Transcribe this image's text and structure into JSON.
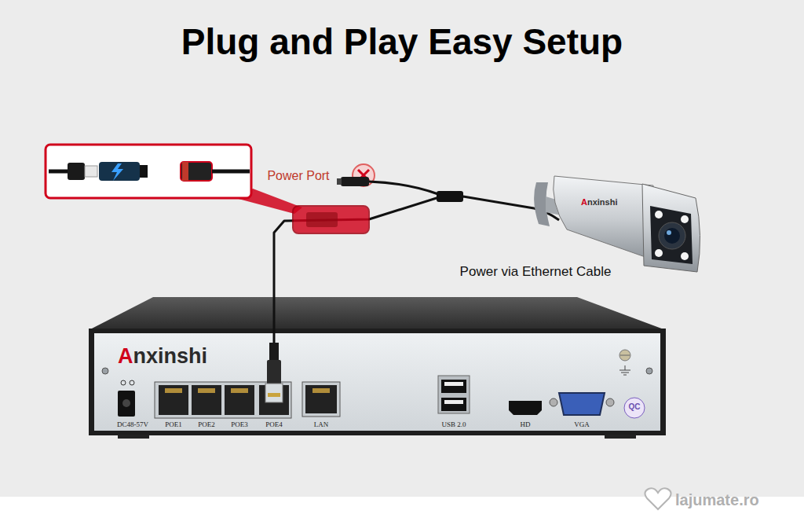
{
  "diagram": {
    "title": "Plug and Play Easy Setup",
    "nodes": [
      {
        "text": [
          "Anxinshi"
        ]
      },
      {
        "text": [
          "POE4"
        ],
        "in": 0
      },
      {
        "text": [
          "Anxinshi"
        ]
      }
    ],
    "edges": [
      {
        "from": 1,
        "to": 2,
        "arrow": "none"
      }
    ],
    "labels": [
      "Power Port",
      "Power via Ethernet Cable",
      "DC48-57V",
      "POE1",
      "POE2",
      "POE3",
      "LAN",
      "USB 2.0",
      "HD",
      "VGA",
      "QC",
      "lajumate.ro"
    ]
  }
}
